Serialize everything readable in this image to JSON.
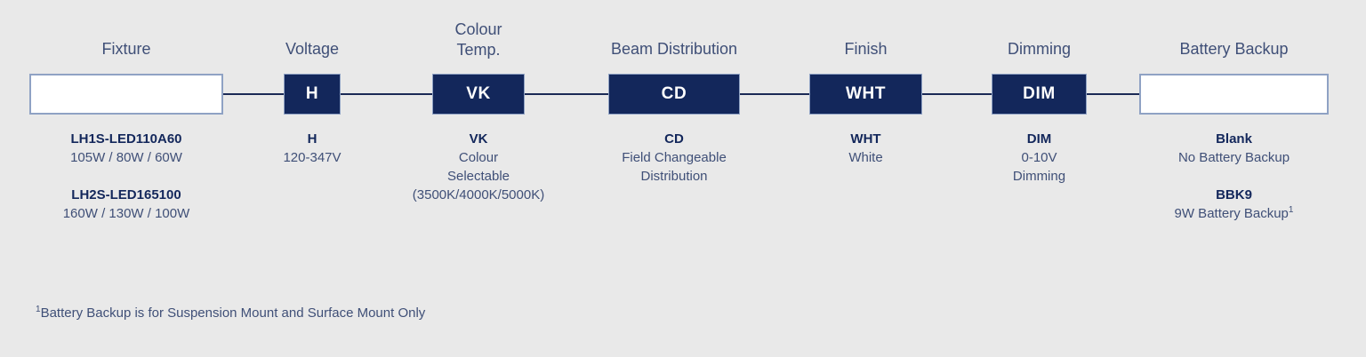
{
  "background_color": "#e9e9e9",
  "accent_color": "#13275b",
  "muted_text_color": "#3f4f77",
  "border_color": "#8fa2c4",
  "columns": [
    {
      "header": "Fixture",
      "box_type": "empty",
      "box_code": "",
      "options": [
        {
          "code": "LH1S-LED110A60",
          "desc": "105W / 80W / 60W"
        },
        {
          "code": "LH2S-LED165100",
          "desc": "160W / 130W / 100W"
        }
      ]
    },
    {
      "header": "Voltage",
      "box_type": "filled",
      "box_code": "H",
      "options": [
        {
          "code": "H",
          "desc": "120-347V"
        }
      ]
    },
    {
      "header": "Colour\nTemp.",
      "box_type": "filled",
      "box_code": "VK",
      "options": [
        {
          "code": "VK",
          "desc": "Colour\nSelectable\n(3500K/4000K/5000K)"
        }
      ]
    },
    {
      "header": "Beam Distribution",
      "box_type": "filled",
      "box_code": "CD",
      "options": [
        {
          "code": "CD",
          "desc": "Field Changeable\nDistribution"
        }
      ]
    },
    {
      "header": "Finish",
      "box_type": "filled",
      "box_code": "WHT",
      "options": [
        {
          "code": "WHT",
          "desc": "White"
        }
      ]
    },
    {
      "header": "Dimming",
      "box_type": "filled",
      "box_code": "DIM",
      "options": [
        {
          "code": "DIM",
          "desc": "0-10V\nDimming"
        }
      ]
    },
    {
      "header": "Battery Backup",
      "box_type": "empty",
      "box_code": "",
      "options": [
        {
          "code": "Blank",
          "desc": "No Battery Backup"
        },
        {
          "code": "BBK9",
          "desc": "9W Battery Backup",
          "sup": "1"
        }
      ]
    }
  ],
  "footnote": {
    "marker": "1",
    "text": "Battery Backup is for Suspension Mount and Surface Mount Only"
  }
}
